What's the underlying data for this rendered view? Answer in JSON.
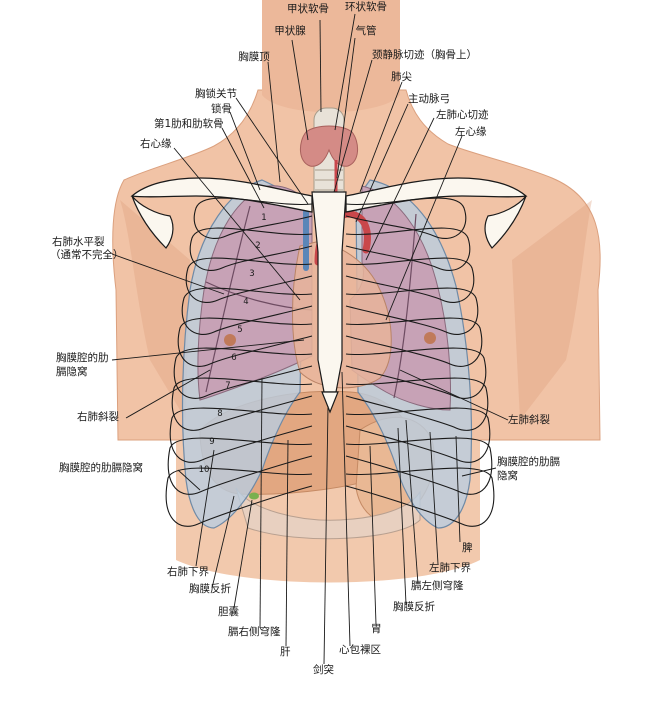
{
  "labels": {
    "thyroid_cartilage": "甲状软骨",
    "cricoid_cartilage": "环状软骨",
    "thyroid_gland": "甲状腺",
    "trachea": "气管",
    "jugular_notch": "颈静脉切迹（胸骨上）",
    "pleura_cupula": "胸膜顶",
    "lung_apex": "肺尖",
    "sternoclavicular_joint": "胸锁关节",
    "aortic_arch": "主动脉弓",
    "clavicle": "锁骨",
    "cardiac_notch": "左肺心切迹",
    "first_rib_cartilage": "第1肋和肋软骨",
    "left_heart_border": "左心缘",
    "right_heart_border": "右心缘",
    "horizontal_fissure_line1": "右肺水平裂",
    "horizontal_fissure_line2": "（通常不完全）",
    "costomediastinal_recess_line1": "胸膜腔的肋",
    "costomediastinal_recess_line2": "膈隐窝",
    "right_oblique_fissure": "右肺斜裂",
    "left_oblique_fissure": "左肺斜裂",
    "right_costodiaphragmatic_recess": "胸膜腔的肋膈隐窝",
    "left_costodiaphragmatic_recess_line1": "胸膜腔的肋膈",
    "left_costodiaphragmatic_recess_line2": "隐窝",
    "spleen": "脾",
    "right_lung_lower_border": "右肺下界",
    "left_lung_lower_border": "左肺下界",
    "pleural_reflection_right": "胸膜反折",
    "left_dome_diaphragm": "膈左侧穹隆",
    "gallbladder": "胆囊",
    "pleural_reflection_left": "胸膜反折",
    "right_dome_diaphragm": "膈右侧穹隆",
    "stomach": "胃",
    "liver": "肝",
    "pericardial_bare_area": "心包裸区",
    "xiphoid_process": "剑突"
  },
  "rib_numbers": [
    "1",
    "2",
    "3",
    "4",
    "5",
    "6",
    "7",
    "8",
    "9",
    "10"
  ],
  "colors": {
    "skin": "#f1c3a6",
    "skin_shadow": "#dc9d7c",
    "lung": "#c7a2b6",
    "lung_dark": "#a97f98",
    "pleura": "#b9cde0",
    "bone": "#fbf7ef",
    "heart": "#e7b49a",
    "liver": "#e2a781",
    "trachea": "#e8e2d8",
    "thyroid": "#d48b86",
    "aorta": "#c9474b",
    "vein": "#5b86b8",
    "gallbladder": "#79b04f",
    "leader": "#1a1a1a"
  }
}
